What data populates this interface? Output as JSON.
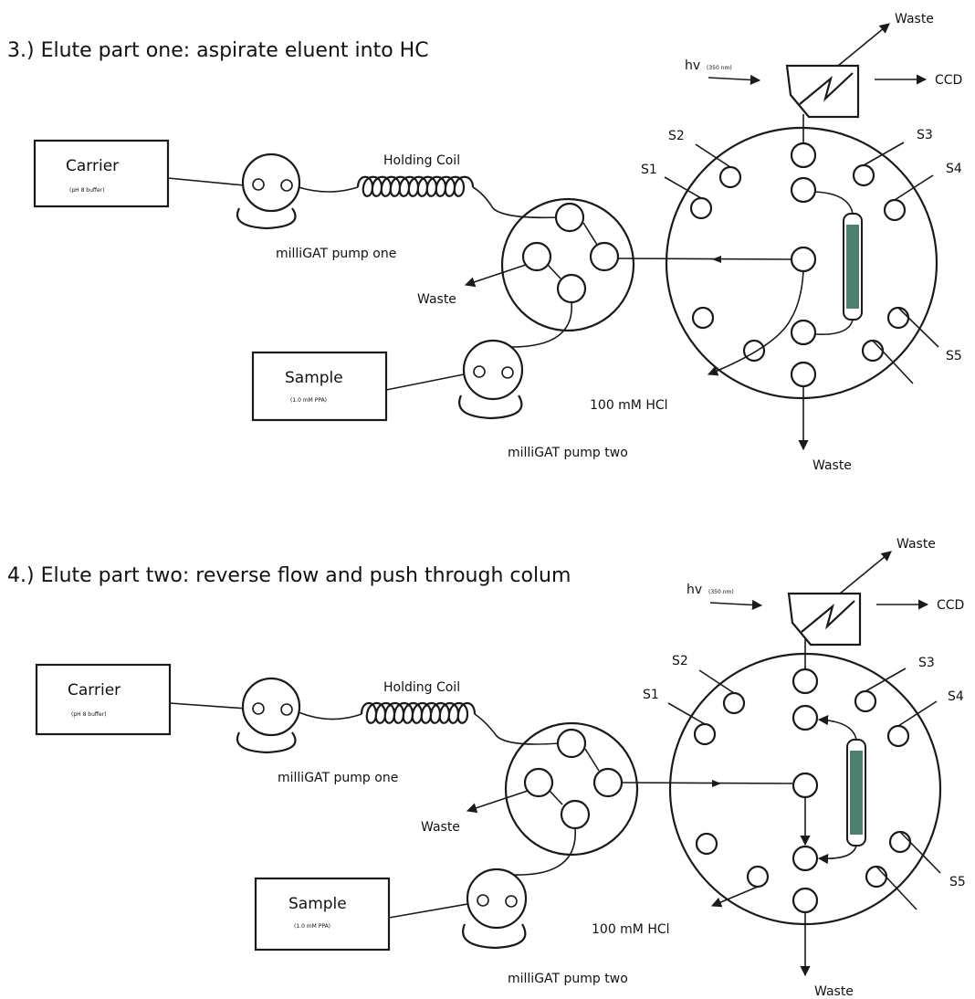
{
  "panels": [
    {
      "title": "3.) Elute part one: aspirate eluent into HC",
      "carrier": {
        "label": "Carrier",
        "sublabel": "(pH 8 buffer)"
      },
      "holding_coil": "Holding Coil",
      "pump_one": "milliGAT pump one",
      "sample": {
        "label": "Sample",
        "sublabel": "(1.0 mM PPA)"
      },
      "pump_two": "milliGAT pump two",
      "waste_left": "Waste",
      "hcl": "100 mM HCl",
      "waste_bottom": "Waste",
      "waste_top": "Waste",
      "hv": "hv",
      "hv_sub": "(350 nm)",
      "ccd": "CCD",
      "ports": {
        "s1": "S1",
        "s2": "S2",
        "s3": "S3",
        "s4": "S4",
        "s5": "S5"
      }
    },
    {
      "title": "4.) Elute part two: reverse flow and push through colum",
      "carrier": {
        "label": "Carrier",
        "sublabel": "(pH 8 buffer)"
      },
      "holding_coil": "Holding Coil",
      "pump_one": "milliGAT pump one",
      "sample": {
        "label": "Sample",
        "sublabel": "(1.0 mM PPA)"
      },
      "pump_two": "milliGAT pump two",
      "waste_left": "Waste",
      "hcl": "100 mM HCl",
      "waste_bottom": "Waste",
      "waste_top": "Waste",
      "hv": "hv",
      "hv_sub": "(350 nm)",
      "ccd": "CCD",
      "ports": {
        "s1": "S1",
        "s2": "S2",
        "s3": "S3",
        "s4": "S4",
        "s5": "S5"
      }
    }
  ],
  "colors": {
    "column_fill": "#4e7f6f",
    "line": "#1a1a1a"
  }
}
